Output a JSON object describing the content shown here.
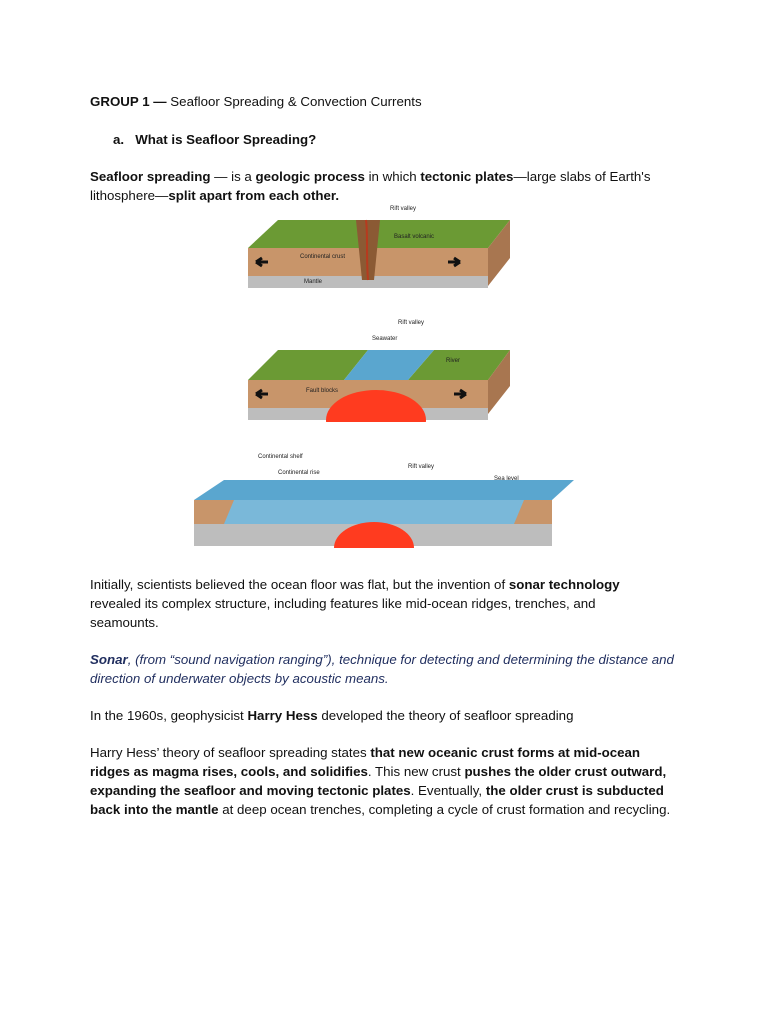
{
  "heading": {
    "group": "GROUP 1 —",
    "title": " Seafloor Spreading & Convection Currents"
  },
  "subheading": {
    "marker": "a.",
    "text": "What is Seafloor Spreading?"
  },
  "definition": {
    "t1": "Seafloor spreading",
    "t2": " — is a ",
    "t3": "geologic process",
    "t4": " in which ",
    "t5": "tectonic plates",
    "t6": "—large slabs of Earth's lithosphere—",
    "t7": "split apart from each other."
  },
  "figure1": {
    "rift_valley": "Rift valley",
    "basalt": "Basalt volcanic",
    "continental_crust": "Continental crust",
    "mantle": "Mantle"
  },
  "figure2": {
    "rift_valley": "Rift valley",
    "seawater": "Seawater",
    "river": "River",
    "fault_blocks": "Fault blocks"
  },
  "figure3": {
    "continental_shelf": "Continental shelf",
    "continental_rise": "Continental rise",
    "rift_valley": "Rift valley",
    "sea_level": "Sea level"
  },
  "para_sonar_tech": {
    "t1": "Initially, scientists believed the ocean floor was flat, but the invention of ",
    "t2": "sonar technology",
    "t3": " revealed its complex structure, including features like mid-ocean ridges, trenches, and seamounts."
  },
  "para_sonar_def": {
    "t1": "Sonar",
    "t2": ", (from “sound navigation ranging”), ",
    "t3": "technique for detecting and determining the distance and direction of underwater objects by acoustic means."
  },
  "para_hess": {
    "t1": "In the 1960s, geophysicist ",
    "t2": "Harry Hess",
    "t3": " developed the theory of seafloor spreading"
  },
  "para_theory": {
    "t1": "Harry Hess’ theory of seafloor spreading states ",
    "t2": "that new oceanic crust forms at mid-ocean ridges as magma rises, cools, and solidifies",
    "t3": ". This new crust ",
    "t4": "pushes the older crust outward, expanding the seafloor and moving tectonic plates",
    "t5": ". Eventually, ",
    "t6": "the older crust is subducted back into the mantle",
    "t7": " at deep ocean trenches, completing a cycle of crust formation and recycling."
  },
  "colors": {
    "grass": "#6b9a34",
    "crust": "#c8956a",
    "mantle": "#bdbdbd",
    "water": "#5aa6cf",
    "magma": "#ff3b1f"
  }
}
